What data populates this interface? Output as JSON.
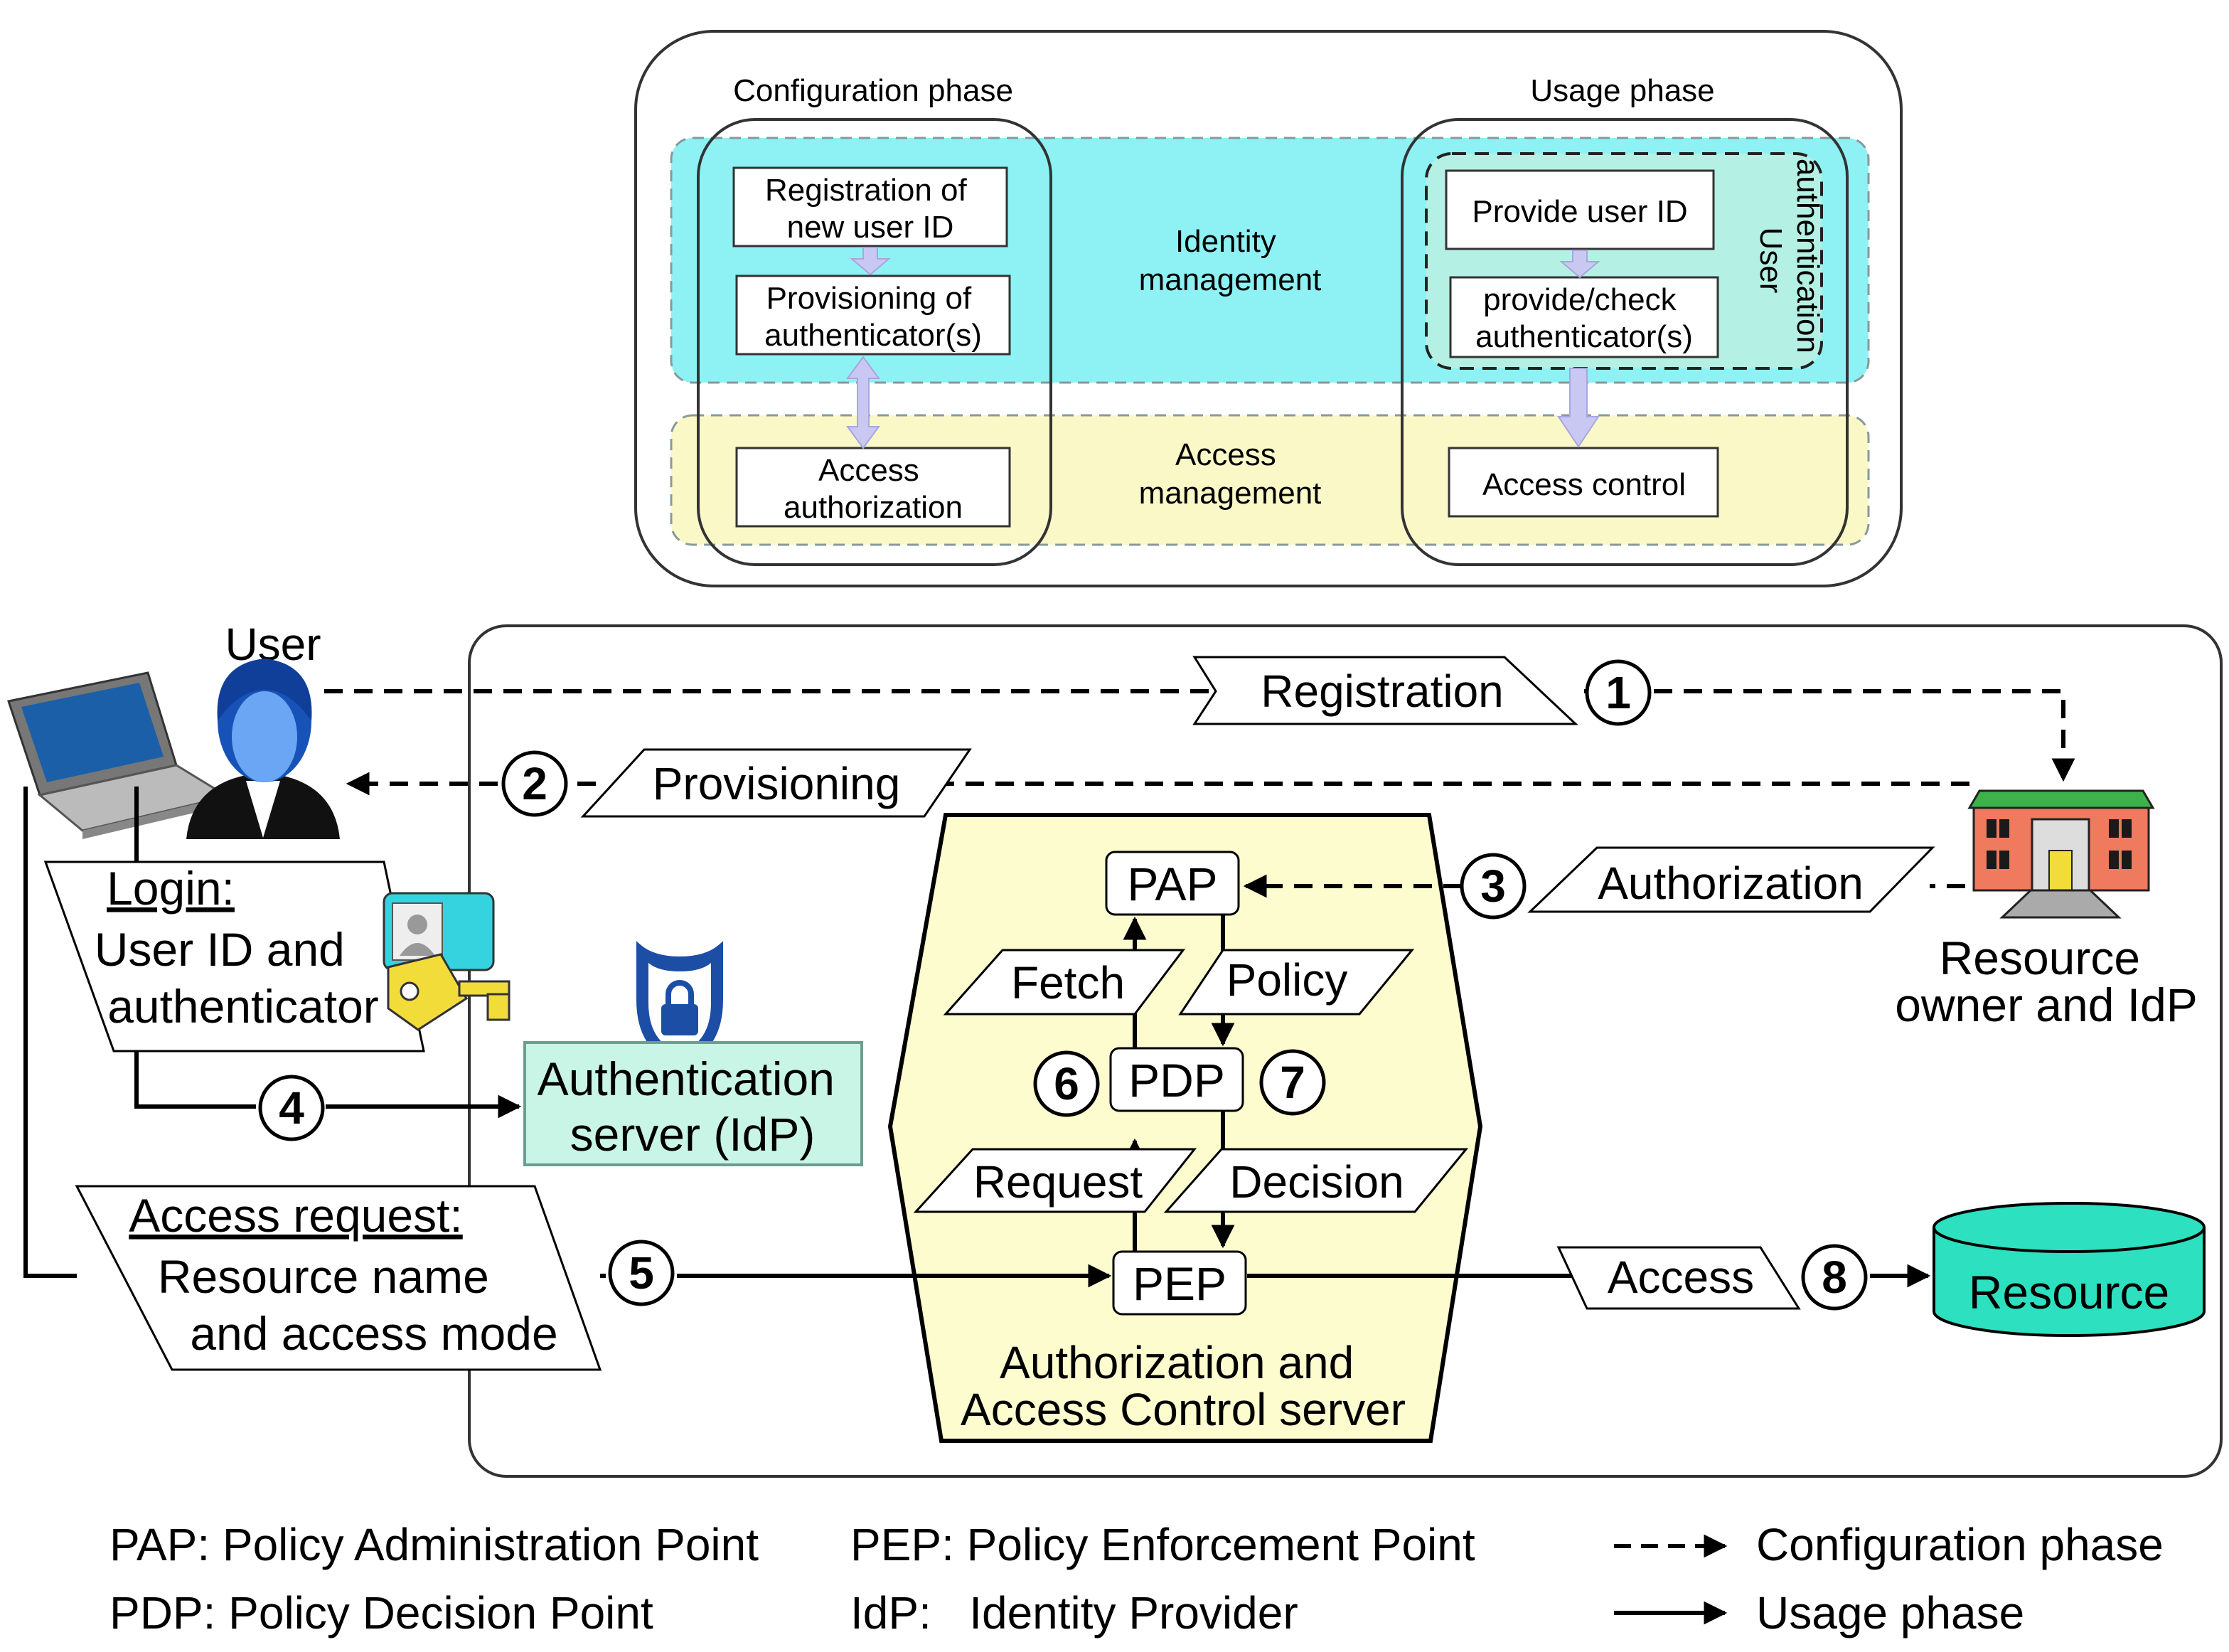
{
  "top": {
    "config_phase_title": "Configuration phase",
    "usage_phase_title": "Usage phase",
    "identity_management": [
      "Identity",
      "management"
    ],
    "access_management": [
      "Access",
      "management"
    ],
    "user_authentication": [
      "User",
      "authentication"
    ],
    "registration_box": [
      "Registration of",
      "new user ID"
    ],
    "provisioning_box": [
      "Provisioning of",
      "authenticator(s)"
    ],
    "access_authorization_box": [
      "Access",
      "authorization"
    ],
    "provide_user_id_box": "Provide user ID",
    "provide_check_box": [
      "provide/check",
      "authenticator(s)"
    ],
    "access_control_box": "Access control",
    "colors": {
      "identity_band": "#8ef2f5",
      "access_band": "#fbf8c8",
      "arrow_fill": "#c9c8f2"
    }
  },
  "main": {
    "user_label": "User",
    "login": {
      "title": "Login:",
      "lines": [
        "User ID and",
        "authenticator"
      ]
    },
    "access_request": {
      "title": "Access request:",
      "lines": [
        "Resource name",
        "and access mode"
      ]
    },
    "auth_server": [
      "Authentication",
      "server (IdP)"
    ],
    "az_server": [
      "Authorization and",
      "Access Control server"
    ],
    "resource_owner": [
      "Resource",
      "owner and IdP"
    ],
    "resource": "Resource",
    "pap": "PAP",
    "pdp": "PDP",
    "pep": "PEP",
    "flows": {
      "registration": "Registration",
      "provisioning": "Provisioning",
      "authorization": "Authorization",
      "fetch": "Fetch",
      "policy": "Policy",
      "request": "Request",
      "decision": "Decision",
      "access": "Access"
    },
    "steps": [
      "1",
      "2",
      "3",
      "4",
      "5",
      "6",
      "7",
      "8"
    ],
    "colors": {
      "auth_server": "#c9f5e6",
      "az_server": "#fdfccf",
      "resource": "#2de0c0",
      "building_roof": "#3db24a",
      "building_wall": "#f07a5e"
    }
  },
  "legend": {
    "pap": "PAP: Policy Administration Point",
    "pdp": "PDP: Policy Decision Point",
    "pep": "PEP: Policy Enforcement Point",
    "idp": "IdP:   Identity Provider",
    "config": "Configuration phase",
    "usage": "Usage phase"
  }
}
